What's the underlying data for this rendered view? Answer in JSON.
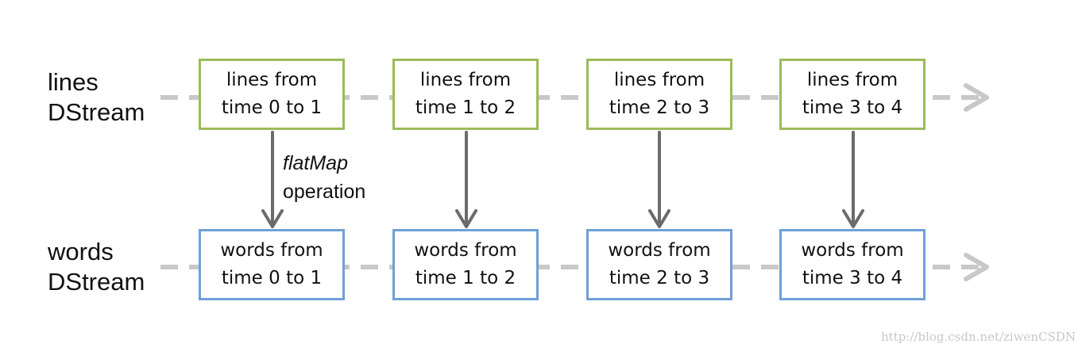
{
  "rows": [
    {
      "label_line1": "lines",
      "label_line2": "DStream",
      "boxes": [
        {
          "line1": "lines from",
          "line2": "time 0 to 1"
        },
        {
          "line1": "lines from",
          "line2": "time 1 to 2"
        },
        {
          "line1": "lines from",
          "line2": "time 2 to 3"
        },
        {
          "line1": "lines from",
          "line2": "time 3 to 4"
        }
      ]
    },
    {
      "label_line1": "words",
      "label_line2": "DStream",
      "boxes": [
        {
          "line1": "words from",
          "line2": "time 0 to 1"
        },
        {
          "line1": "words from",
          "line2": "time 1 to 2"
        },
        {
          "line1": "words from",
          "line2": "time 2 to 3"
        },
        {
          "line1": "words from",
          "line2": "time 3 to 4"
        }
      ]
    }
  ],
  "operation": {
    "name": "flatMap",
    "word": "operation"
  },
  "watermark": "http://blog.csdn.net/ziwenCSDN",
  "colors": {
    "lines_border": "#9bbb59",
    "words_border": "#6fa0d8",
    "timeline_dash": "#c8c8c8",
    "arrow": "#6b6b6b"
  }
}
